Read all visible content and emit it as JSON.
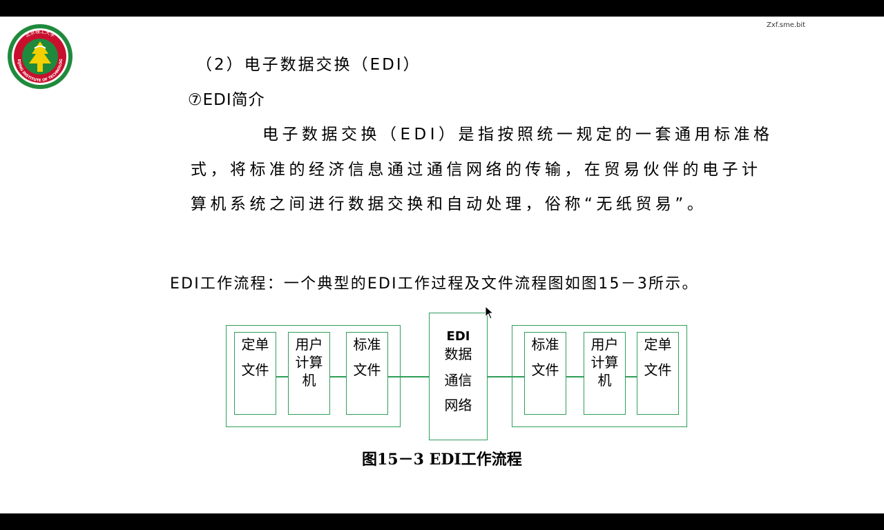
{
  "watermark": "Zxf.sme.bit",
  "logo": {
    "university_en": "BEIJING INSTITUTE OF TECHNOLOGY",
    "university_cn": "北京理工大学",
    "colors": {
      "ring": "#1f8a3c",
      "inner": "#c8102e",
      "accent": "#f5d000"
    }
  },
  "slide": {
    "heading": "（2）电子数据交换（EDI）",
    "subheading": "⑦EDI简介",
    "paragraph": [
      "电子数据交换（EDI）是指按照统一规定的一套通用标准格",
      "式，将标准的经济信息通过通信网络的传输，在贸易伙伴的电子计",
      "算机系统之间进行数据交换和自动处理，俗称“无纸贸易”。"
    ],
    "flow_intro": "EDI工作流程：一个典型的EDI工作过程及文件流程图如图15－3所示。"
  },
  "diagram": {
    "line_color": "#2e9e58",
    "left_group": [
      {
        "line1": "定单",
        "line2": "文件",
        "line3": ""
      },
      {
        "line1": "用户",
        "line2": "计算",
        "line3": "机"
      },
      {
        "line1": "标准",
        "line2": "文件",
        "line3": ""
      }
    ],
    "center": {
      "line1": "EDI",
      "line2": "数据",
      "line3": "通信",
      "line4": "网络"
    },
    "right_group": [
      {
        "line1": "标准",
        "line2": "文件",
        "line3": ""
      },
      {
        "line1": "用户",
        "line2": "计算",
        "line3": "机"
      },
      {
        "line1": "定单",
        "line2": "文件",
        "line3": ""
      }
    ],
    "caption": "图15－3  EDI工作流程"
  }
}
